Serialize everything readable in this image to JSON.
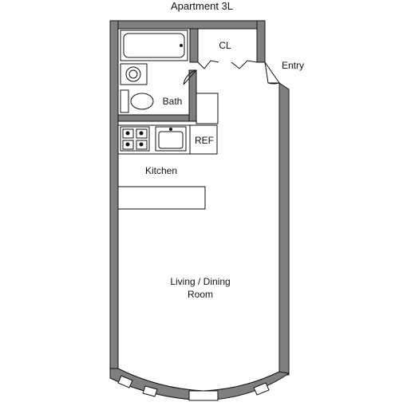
{
  "title": "Apartment 3L",
  "rooms": {
    "closet": "CL",
    "bath": "Bath",
    "ref": "REF",
    "kitchen": "Kitchen",
    "living_line1": "Living / Dining",
    "living_line2": "Room"
  },
  "entry_label": "Entry",
  "colors": {
    "wall": "#7f7f7f",
    "line": "#111111",
    "background": "#ffffff"
  }
}
